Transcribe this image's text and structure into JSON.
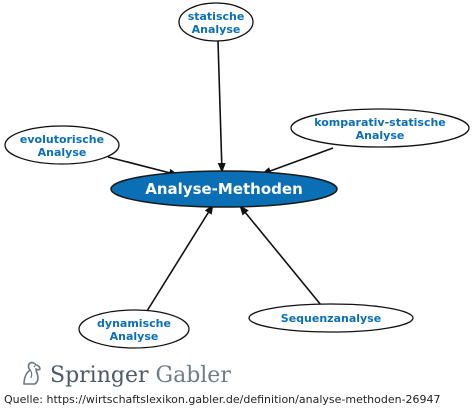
{
  "diagram": {
    "center": {
      "label": "Analyse-Methoden"
    },
    "nodes": [
      {
        "id": "statische",
        "lines": [
          "statische",
          "Analyse"
        ]
      },
      {
        "id": "evolutorische",
        "lines": [
          "evolutorische",
          "Analyse"
        ]
      },
      {
        "id": "komparativ",
        "lines": [
          "komparativ-statische",
          "Analyse"
        ]
      },
      {
        "id": "dynamische",
        "lines": [
          "dynamische",
          "Analyse"
        ]
      },
      {
        "id": "sequenz",
        "lines": [
          "Sequenzanalyse"
        ]
      }
    ],
    "edges": [
      {
        "from": "statische",
        "to": "center"
      },
      {
        "from": "evolutorische",
        "to": "center"
      },
      {
        "from": "komparativ",
        "to": "center"
      },
      {
        "from": "dynamische",
        "to": "center"
      },
      {
        "from": "sequenz",
        "to": "center"
      }
    ]
  },
  "footer": {
    "publisher_primary": "Springer",
    "publisher_secondary": "Gabler",
    "source_text": "Quelle: https://wirtschaftslexikon.gabler.de/definition/analyse-methoden-26947"
  },
  "colors": {
    "center_fill": "#0a6fb5",
    "node_text": "#0a6fb5",
    "arrow": "#111111"
  }
}
